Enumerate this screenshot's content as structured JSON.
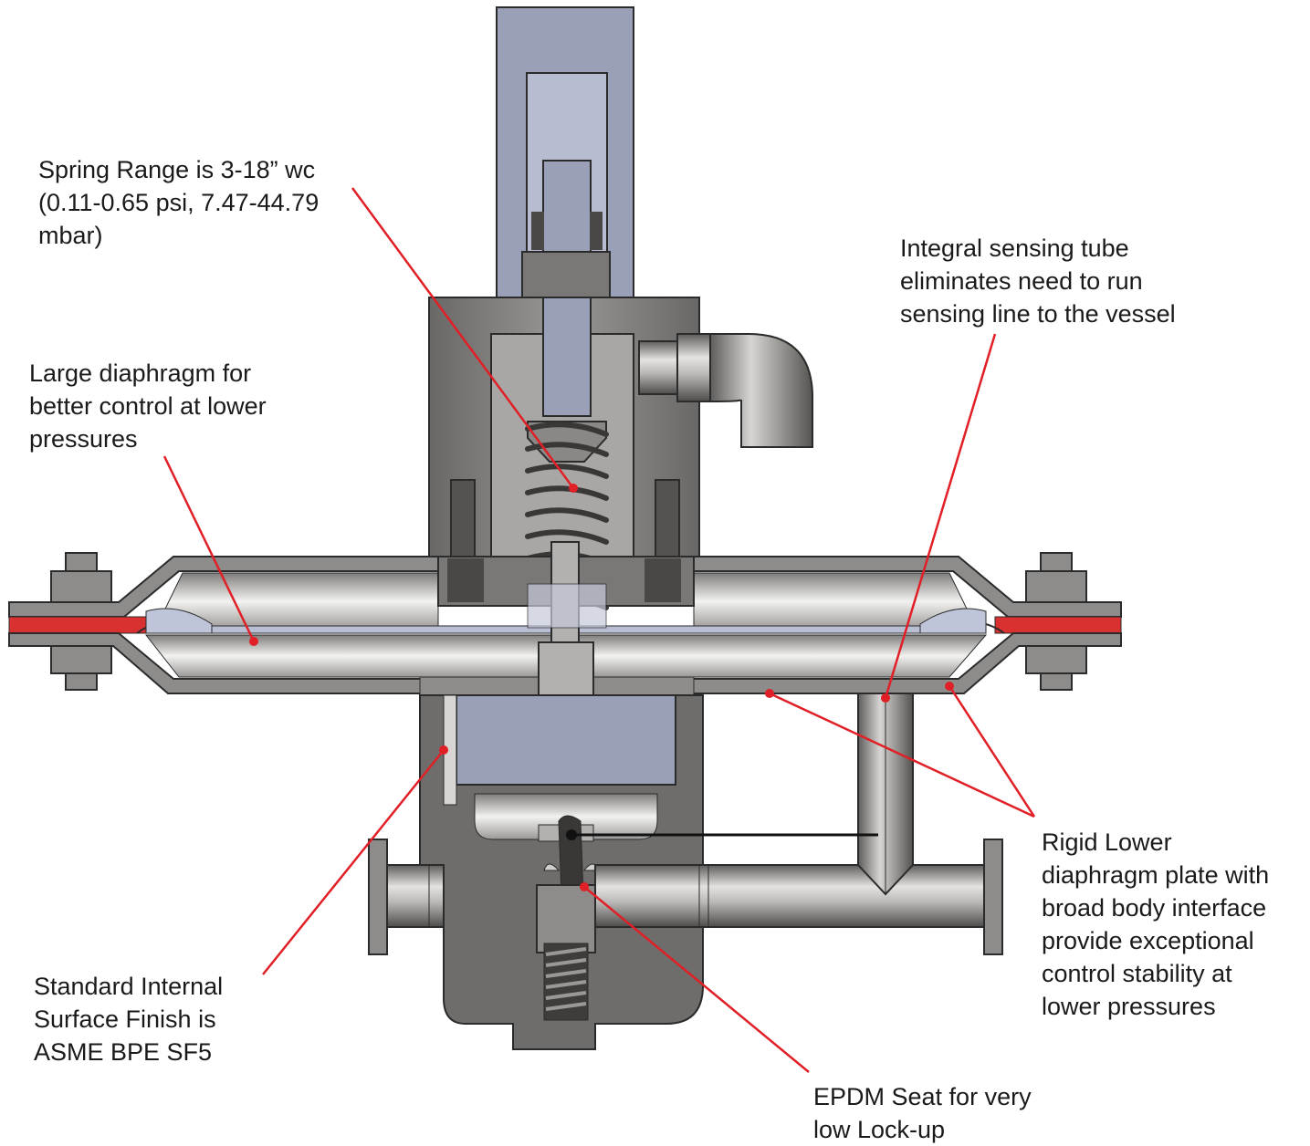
{
  "callouts": {
    "spring_range": "Spring Range is 3-18” wc\n(0.11-0.65 psi, 7.47-44.79\nmbar)",
    "sensing_tube": "Integral sensing tube\neliminates need to run\nsensing line to the vessel",
    "large_diaphragm": "Large diaphragm for\nbetter control at lower\npressures",
    "rigid_plate": "Rigid Lower\ndiaphragm plate with\nbroad body interface\nprovide exceptional\ncontrol stability at\nlower pressures",
    "surface_finish": "Standard Internal\nSurface Finish is\nASME BPE SF5",
    "epdm_seat": "EPDM Seat for very\nlow Lock-up"
  },
  "colors": {
    "leader": "#e01f26",
    "metal_dark": "#6f6d6b",
    "metal_mid": "#8e8c8a",
    "metal_light": "#c9c8c6",
    "cavity": "#9ba0b6",
    "gasket": "#d93030",
    "outline": "#2b2b2b"
  }
}
